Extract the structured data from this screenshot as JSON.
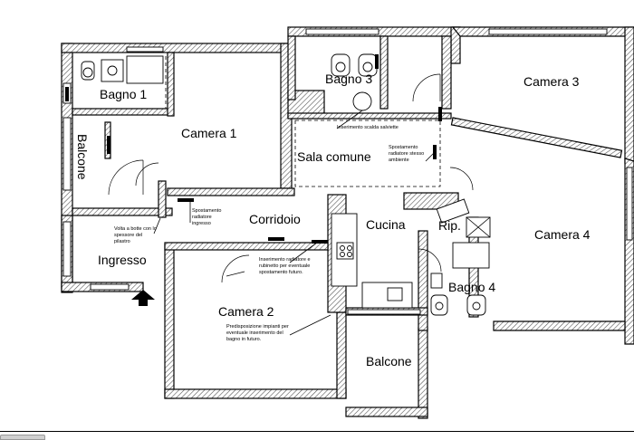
{
  "rooms": {
    "bagno1": "Bagno 1",
    "bagno3": "Bagno 3",
    "camera3": "Camera 3",
    "camera1": "Camera 1",
    "balcone_left": "Balcone",
    "sala_comune": "Sala comune",
    "corridoio": "Corridoio",
    "cucina": "Cucina",
    "rip": "Rip.",
    "camera4": "Camera 4",
    "ingresso": "Ingresso",
    "bagno4": "Bagno 4",
    "camera2": "Camera 2",
    "balcone_bottom": "Balcone"
  },
  "notes": {
    "scalda_salviette": "Inserimento scalda salviette",
    "spostamento_radiatore_sala": "Spostamento radiatore stesso ambiente",
    "spostamento_radiatore_ingresso": "Spostamento radiatore ingresso",
    "volta_a_botte": "Volta a botte con lo spessore del pilastro",
    "inserimento_radiatore": "Inserimento radiatore e rubinetto per eventuale spostamento futuro.",
    "predisposizione_impianti": "Predisposizione impianti per eventuale inserimento del bagno in futuro."
  },
  "colors": {
    "wall_line": "#000000",
    "hatch": "#555555",
    "background": "#ffffff"
  },
  "icons": {
    "entrance": "entrance-arrow-icon"
  }
}
